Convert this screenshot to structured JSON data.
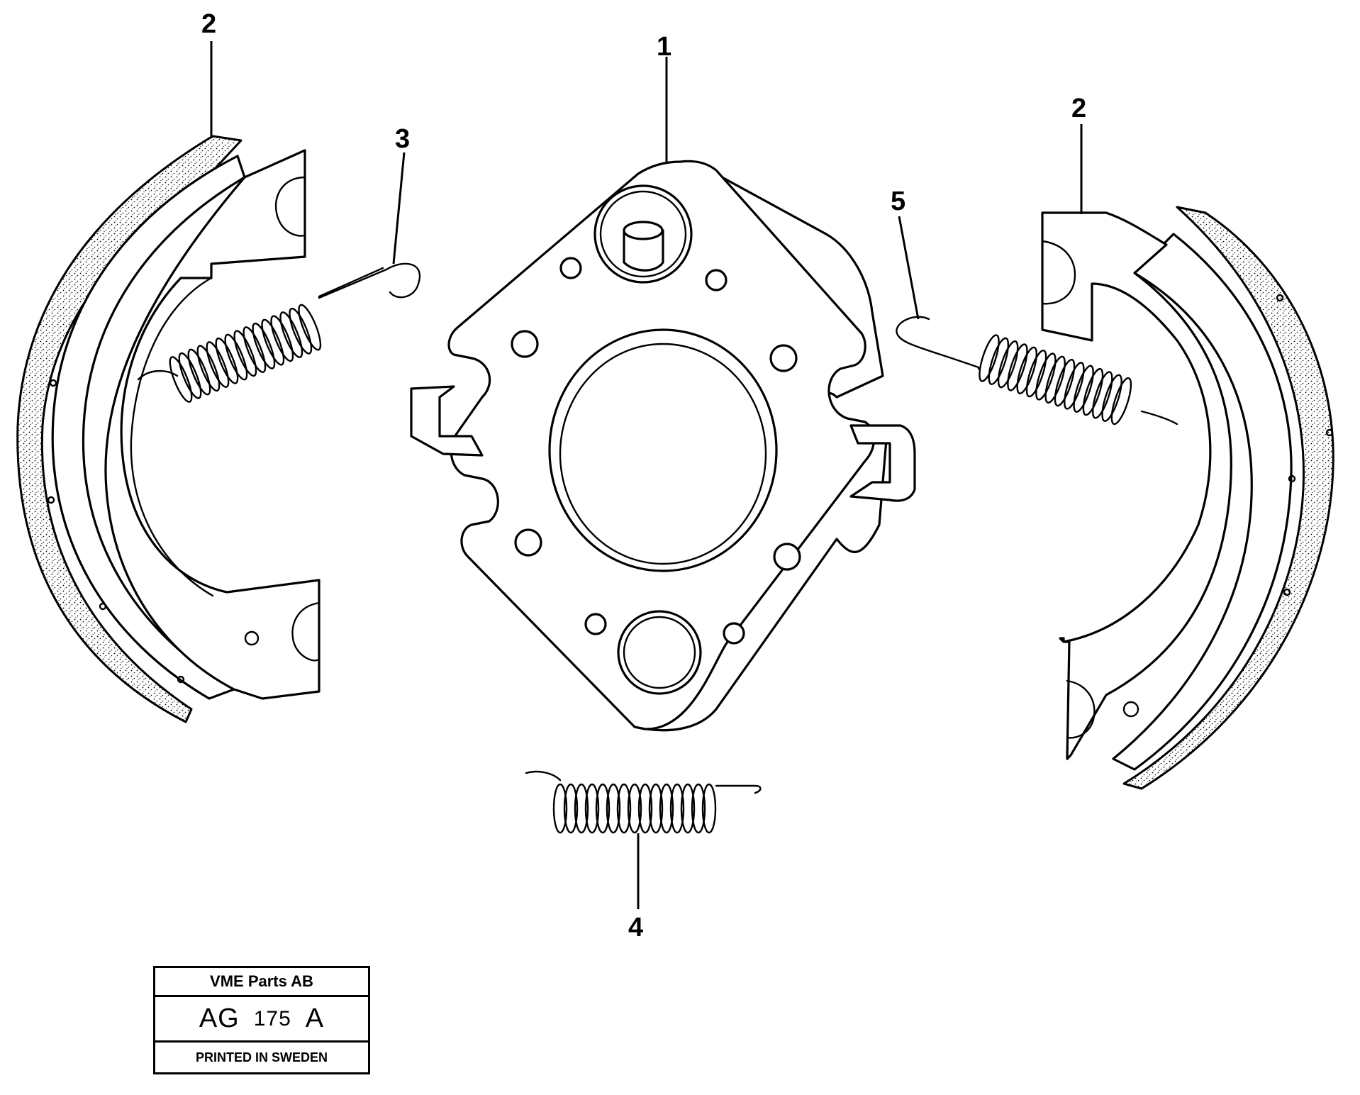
{
  "callouts": {
    "plate": "1",
    "shoe_left": "2",
    "shoe_right": "2",
    "spring_upper_left": "3",
    "spring_bottom": "4",
    "spring_upper_right": "5"
  },
  "title_block": {
    "company": "VME Parts AB",
    "code_prefix": "AG",
    "code_number": "175",
    "code_suffix": "A",
    "printed": "PRINTED IN SWEDEN"
  }
}
